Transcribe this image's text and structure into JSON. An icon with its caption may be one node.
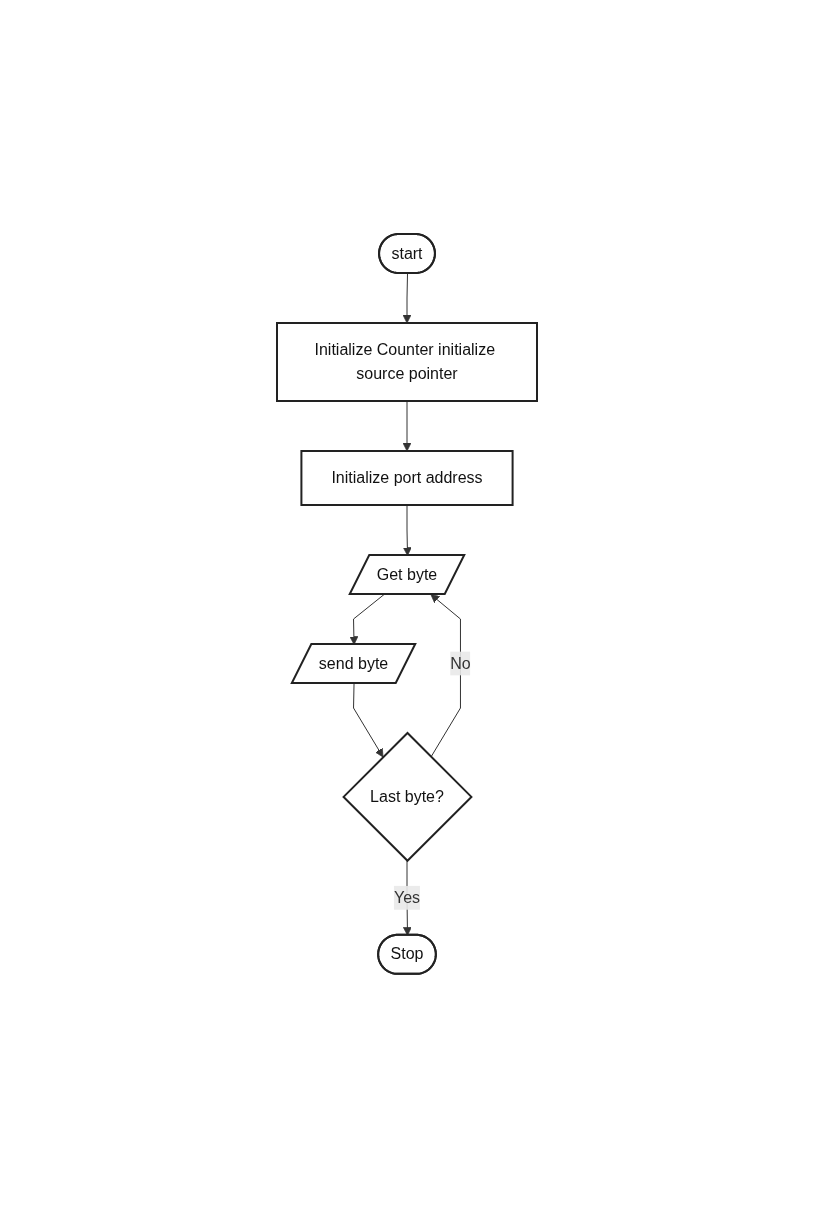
{
  "diagram": {
    "nodes": [
      {
        "text": [
          "start"
        ]
      },
      {
        "text": [
          "Initialize Counter initialize source pointer"
        ]
      },
      {
        "text": [
          "Initialize port address"
        ]
      },
      {
        "text": [
          "Get byte"
        ]
      },
      {
        "text": [
          "send byte"
        ]
      },
      {
        "text": [
          "Last byte?"
        ]
      },
      {
        "text": [
          "Stop"
        ]
      }
    ],
    "edges": [
      {
        "from": 0,
        "to": 1,
        "arrow": "to"
      },
      {
        "from": 1,
        "to": 2,
        "arrow": "to"
      },
      {
        "from": 2,
        "to": 3,
        "arrow": "to"
      },
      {
        "from": 3,
        "to": 4,
        "arrow": "to"
      },
      {
        "from": 4,
        "to": 5,
        "arrow": "to"
      },
      {
        "from": 5,
        "to": 3,
        "label": "No",
        "arrow": "to"
      },
      {
        "from": 5,
        "to": 6,
        "label": "Yes",
        "arrow": "to"
      }
    ]
  }
}
